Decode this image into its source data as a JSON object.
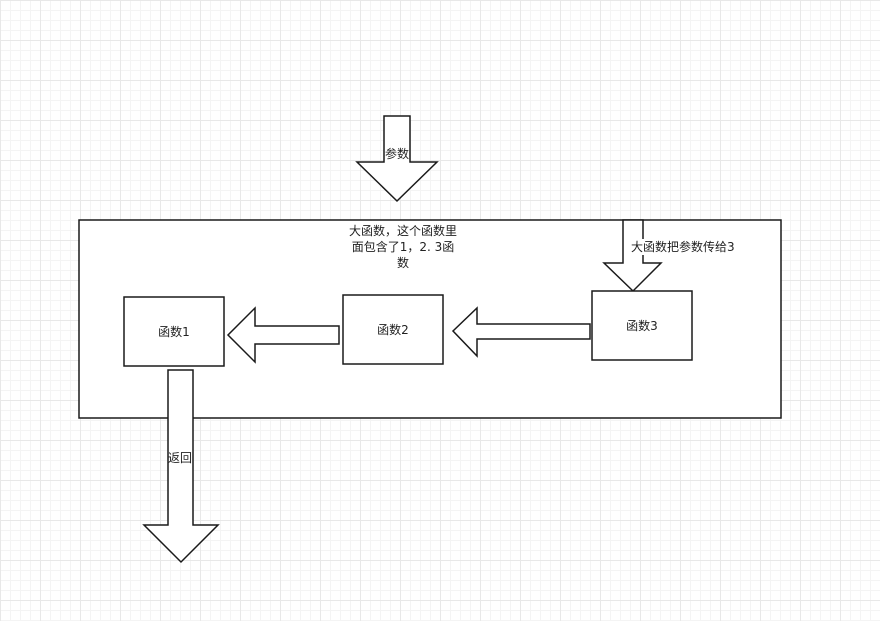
{
  "input_arrow": {
    "label": "参数"
  },
  "container": {
    "label_lines": [
      "大函数，这个函数里",
      "面包含了1，2. 3函",
      "数"
    ]
  },
  "pass_arrow": {
    "label": "大函数把参数传给3"
  },
  "boxes": [
    {
      "id": "func1",
      "label": "函数1"
    },
    {
      "id": "func2",
      "label": "函数2"
    },
    {
      "id": "func3",
      "label": "函数3"
    }
  ],
  "return_arrow": {
    "label": "返回"
  },
  "colors": {
    "stroke": "#1a1a1a",
    "fill": "#ffffff",
    "grid": "#e8e8e8"
  }
}
